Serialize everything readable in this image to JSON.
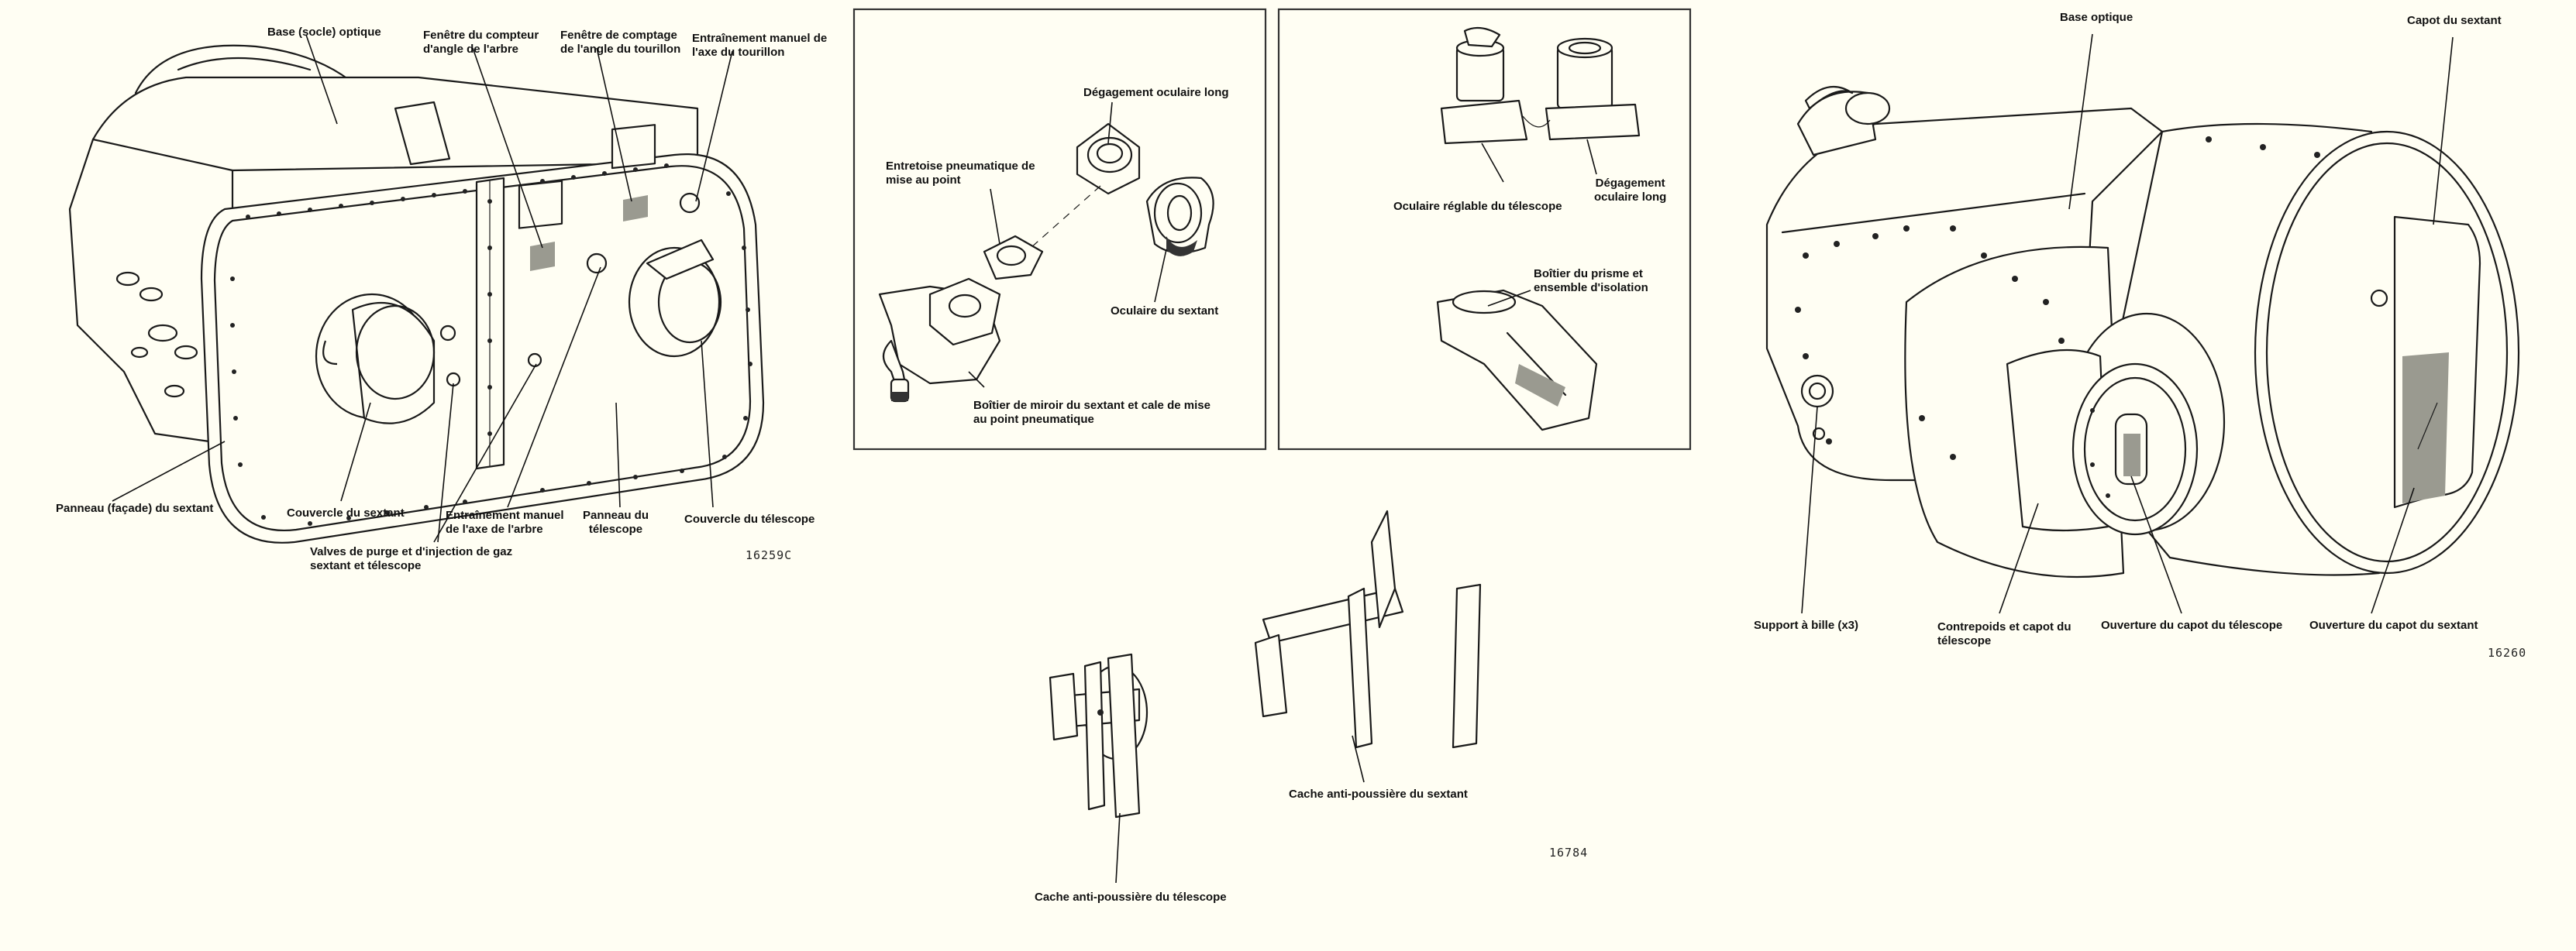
{
  "figure_left": {
    "labels": {
      "base_optique": "Base (socle) optique",
      "fenetre_compteur": "Fenêtre du compteur\nd'angle de l'arbre",
      "fenetre_comptage": "Fenêtre de comptage\nde l'angle du tourillon",
      "entrainement_tourillon": "Entraînement manuel de\nl'axe du tourillon",
      "panneau_sextant": "Panneau (façade) du sextant",
      "couvercle_sextant": "Couvercle du sextant",
      "valves": "Valves de purge et d'injection de gaz\nsextant et télescope",
      "entrainement_arbre": "Entraînement manuel\nde l'axe de l'arbre",
      "panneau_telescope": "Panneau du\ntélescope",
      "couvercle_telescope": "Couvercle du télescope"
    },
    "code": "16259C"
  },
  "figure_middle": {
    "panel_a": {
      "degagement_long": "Dégagement oculaire long",
      "entretoise": "Entretoise pneumatique de\nmise au point",
      "oculaire_sextant": "Oculaire du sextant",
      "boitier_miroir": "Boîtier de miroir du sextant et cale de mise\nau point pneumatique"
    },
    "panel_b": {
      "oculaire_reglable": "Oculaire réglable du télescope",
      "degagement_long": "Dégagement\noculaire long",
      "boitier_prisme": "Boîtier du prisme et\nensemble d'isolation"
    },
    "cache_sextant": "Cache anti-poussière du sextant",
    "cache_telescope": "Cache anti-poussière du télescope",
    "code": "16784"
  },
  "figure_right": {
    "labels": {
      "base_optique": "Base optique",
      "capot_sextant": "Capot du sextant",
      "support_bille": "Support à bille (x3)",
      "contrepoids": "Contrepoids et capot du\ntélescope",
      "ouverture_telescope": "Ouverture du capot du télescope",
      "ouverture_sextant": "Ouverture du capot du sextant"
    },
    "code": "16260"
  }
}
